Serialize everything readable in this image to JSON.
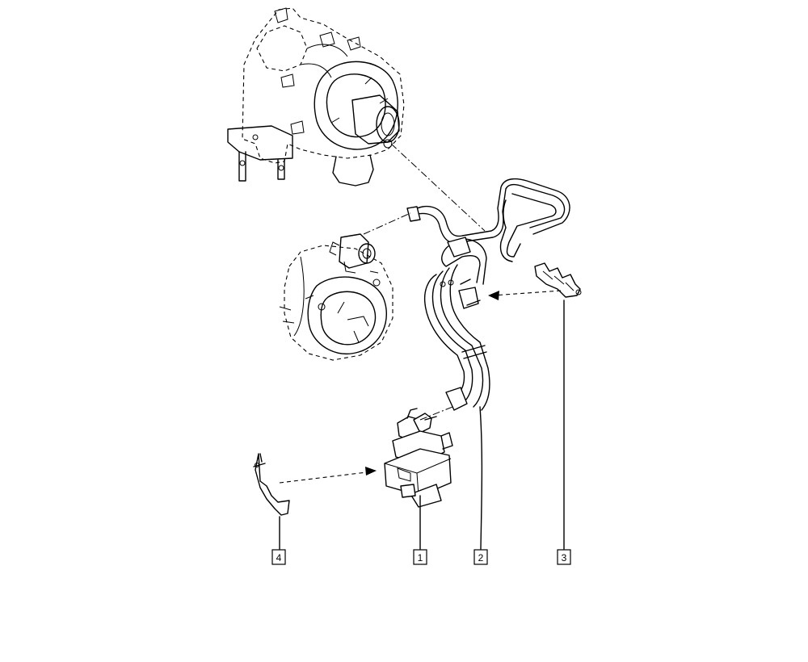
{
  "callouts": [
    {
      "id": "callout-4",
      "label": "4"
    },
    {
      "id": "callout-1",
      "label": "1"
    },
    {
      "id": "callout-2",
      "label": "2"
    },
    {
      "id": "callout-3",
      "label": "3"
    }
  ]
}
